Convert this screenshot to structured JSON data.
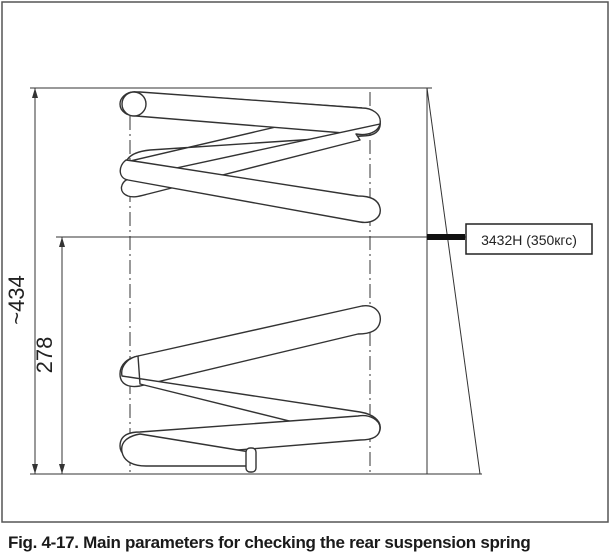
{
  "diagram": {
    "total_height_label": "~434",
    "loaded_height_label": "278",
    "load_label": "3432H (350кгс)"
  },
  "caption": "Fig. 4-17. Main parameters for checking the rear suspension spring",
  "colors": {
    "line": "#2b2b2b",
    "background": "#ffffff",
    "border": "#555555"
  }
}
